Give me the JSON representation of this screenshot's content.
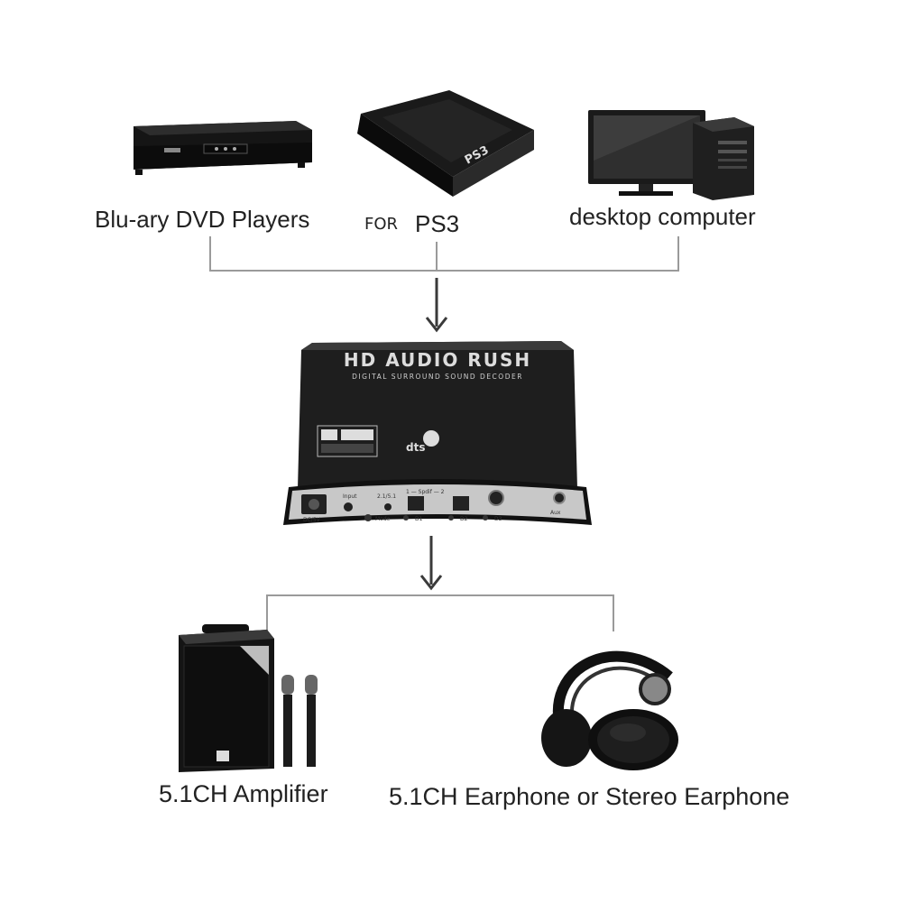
{
  "sources": {
    "dvd_label": "Blu-ary DVD Players",
    "ps3_prefix": "FOR",
    "ps3_label": "PS3",
    "ps3_console_text": "PS3",
    "computer_label": "desktop computer"
  },
  "decoder": {
    "title": "HD AUDIO RUSH",
    "subtitle": "DIGITAL SURROUND SOUND DECODER",
    "port_labels": {
      "power": "DC/5V",
      "input": "Input",
      "mode": "Mode",
      "channel": "2.1/5.1",
      "spdif": "1 — Spdif — 2",
      "d1": "D1",
      "d2": "D2",
      "d3": "D3",
      "aux": "Aux"
    }
  },
  "outputs": {
    "amplifier_label": "5.1CH Amplifier",
    "earphone_label": "5.1CH Earphone or Stereo Earphone"
  },
  "colors": {
    "line": "#9a9a9a",
    "arrow": "#3a3a3a",
    "device_dark": "#1c1c1c",
    "device_face": "#c8c8c8"
  }
}
